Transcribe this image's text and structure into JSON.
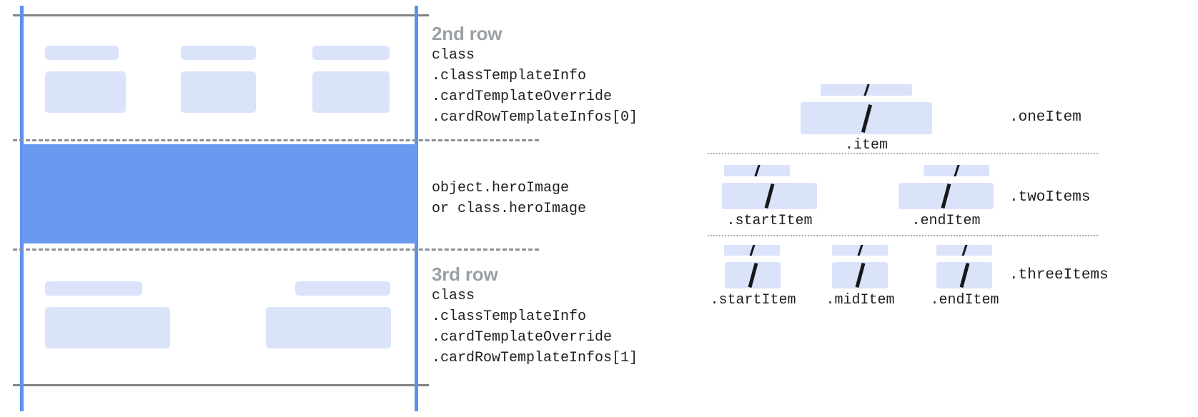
{
  "card_mockup": {
    "name": "card-template-mockup",
    "rows": [
      {
        "id": "second-row",
        "heading": "2nd row",
        "code_lines": [
          "class",
          ".classTemplateInfo",
          ".cardTemplateOverride",
          ".cardRowTemplateInfos[0]"
        ],
        "column_count": 3
      },
      {
        "id": "hero-image",
        "heading": "",
        "code_lines": [
          "object.heroImage",
          "or class.heroImage"
        ],
        "column_count": 0
      },
      {
        "id": "third-row",
        "heading": "3rd row",
        "code_lines": [
          "class",
          ".classTemplateInfo",
          ".cardTemplateOverride",
          ".cardRowTemplateInfos[1]"
        ],
        "column_count": 2
      }
    ]
  },
  "item_diagram": {
    "name": "row-item-layout-diagram",
    "groups": [
      {
        "id": "one-item",
        "group_label": ".oneItem",
        "slots": [
          {
            "label": ".item"
          }
        ]
      },
      {
        "id": "two-items",
        "group_label": ".twoItems",
        "slots": [
          {
            "label": ".startItem"
          },
          {
            "label": ".endItem"
          }
        ]
      },
      {
        "id": "three-items",
        "group_label": ".threeItems",
        "slots": [
          {
            "label": ".startItem"
          },
          {
            "label": ".midItem"
          },
          {
            "label": ".endItem"
          }
        ]
      }
    ]
  },
  "colors": {
    "placeholder_fill": "#dae3fa",
    "hero_fill": "#6a9af0",
    "guide_blue": "#5c91f2",
    "guide_gray": "#7e8387",
    "heading_gray": "#9aa0a6",
    "code_text": "#1f1f1f",
    "slash_stroke": "#17181a"
  }
}
